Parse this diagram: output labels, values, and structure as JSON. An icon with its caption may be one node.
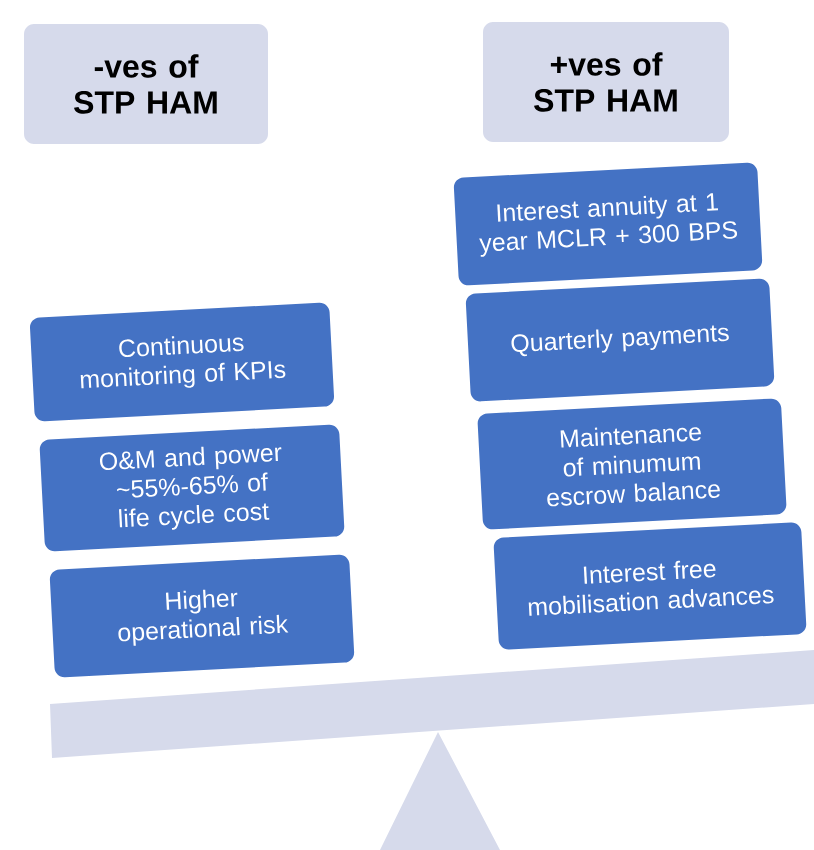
{
  "diagram": {
    "nodes": [
      {
        "text": [
          "-ves of STP HAM"
        ]
      },
      {
        "text": [
          "+ves of STP HAM"
        ]
      },
      {
        "text": [
          "Continuous monitoring of KPIs"
        ]
      },
      {
        "text": [
          "O&M and power ~55%-65% of life cycle cost"
        ]
      },
      {
        "text": [
          "Higher operational risk"
        ]
      },
      {
        "text": [
          "Interest annuity at 1 year MCLR + 300 BPS"
        ]
      },
      {
        "text": [
          "Quarterly payments"
        ]
      },
      {
        "text": [
          "Maintenance of minumum escrow balance"
        ]
      },
      {
        "text": [
          "Interest free mobilisation advances"
        ]
      }
    ]
  }
}
